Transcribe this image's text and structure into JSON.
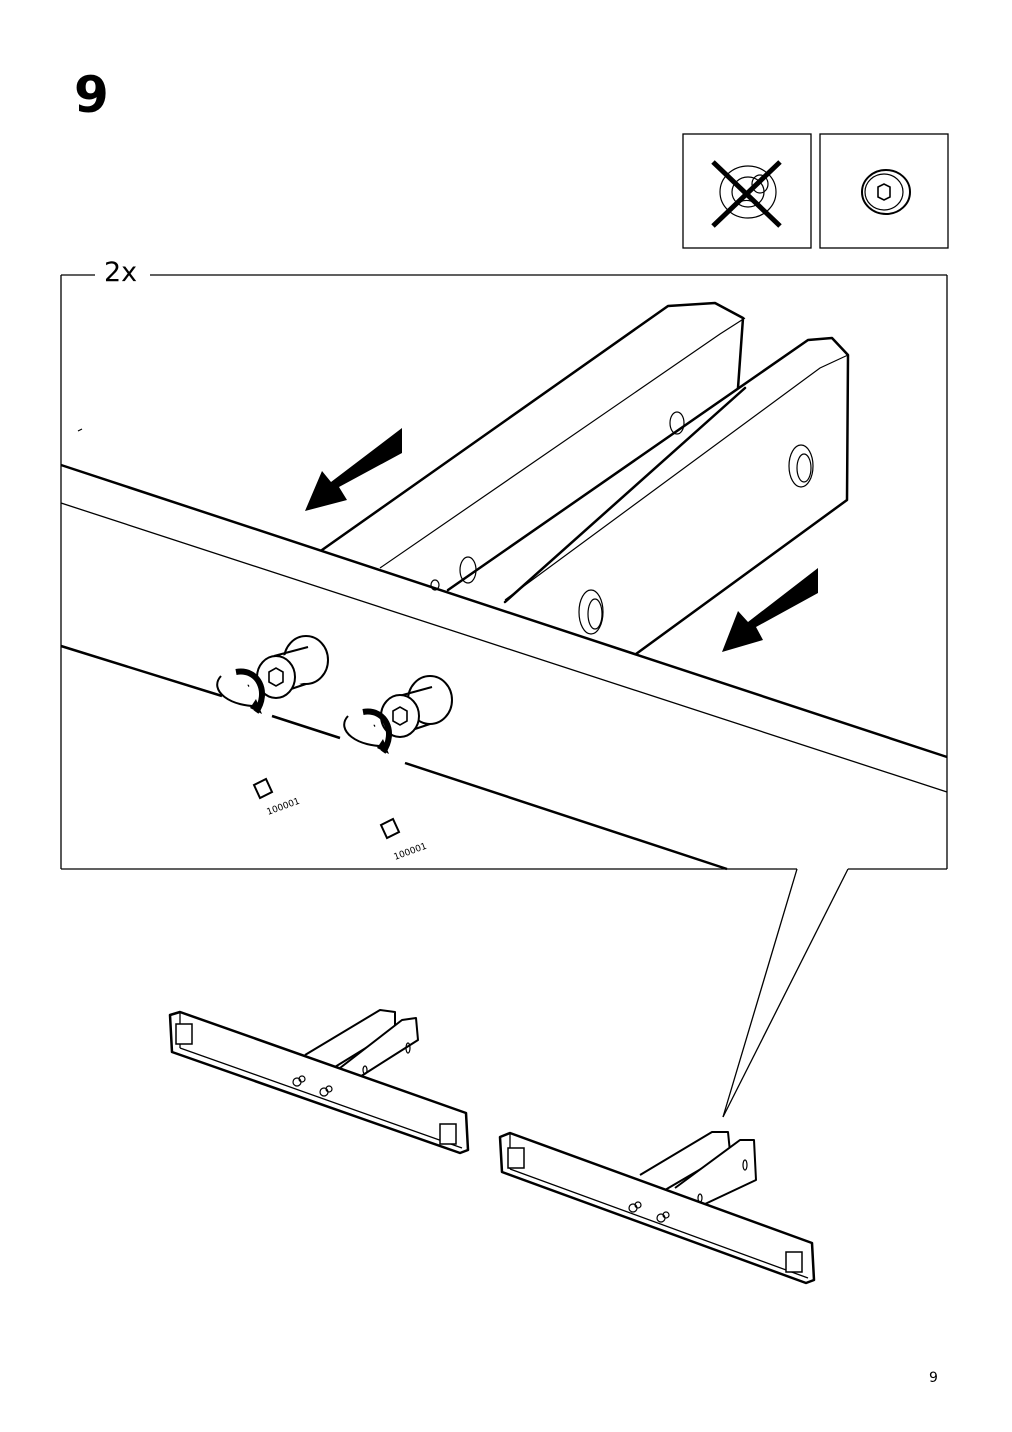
{
  "step": {
    "number": "9"
  },
  "detail": {
    "quantity": "2x"
  },
  "tool": {
    "label_1": "100001",
    "label_2": "100001"
  },
  "footer": {
    "page_number": "9"
  }
}
